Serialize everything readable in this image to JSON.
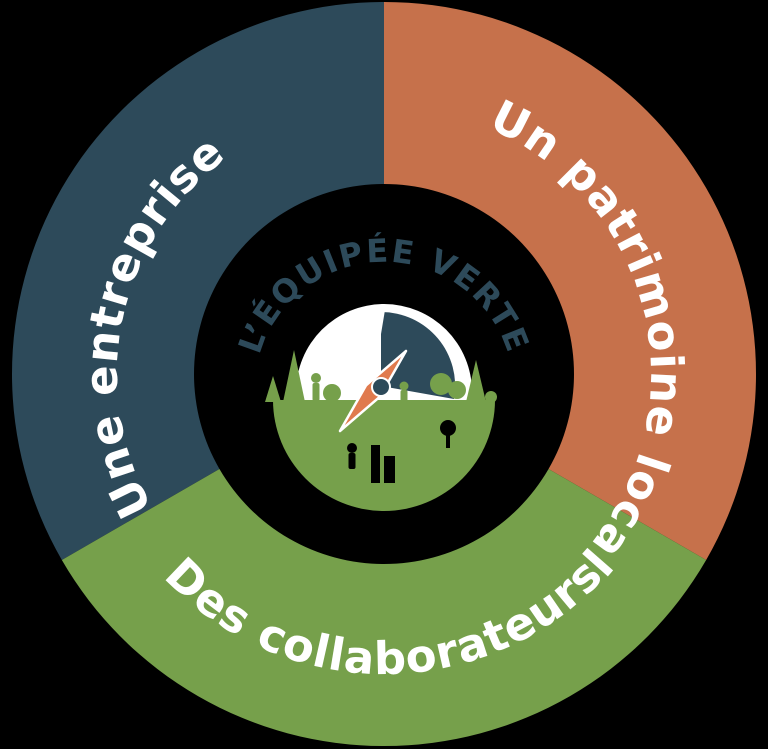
{
  "canvas": {
    "background_color": "#000000"
  },
  "wheel": {
    "label_color": "#ffffff",
    "segments": [
      {
        "id": "entreprise",
        "label": "Une entreprise",
        "color": "#2d4a5a",
        "position": "top-left"
      },
      {
        "id": "patrimoine",
        "label": "Un patrimoine local",
        "color": "#c6714b",
        "position": "top-right"
      },
      {
        "id": "collaborateurs",
        "label": "Des collaborateurs",
        "color": "#76a04b",
        "position": "bottom"
      }
    ]
  },
  "logo": {
    "title": "L’ÉQUIPÉE VERTE",
    "title_color": "#2d4a5a",
    "compass_face_color": "#ffffff",
    "dial_color": "#2d4a5a",
    "needle_color": "#e07a4e",
    "landscape_color": "#76a04b"
  }
}
